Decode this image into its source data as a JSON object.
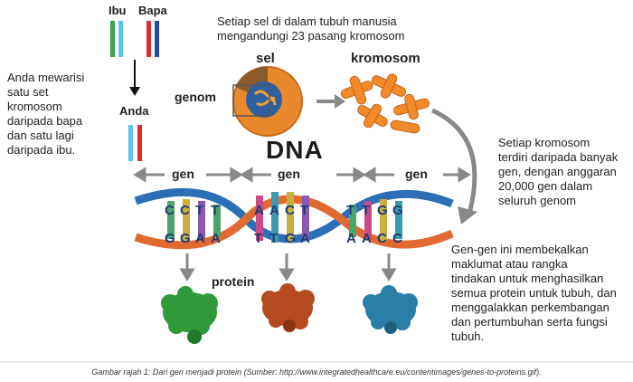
{
  "parents": {
    "mother": "Ibu",
    "father": "Bapa",
    "child": "Anda"
  },
  "inherit_note": [
    "Anda mewarisi",
    "satu set",
    "kromosom",
    "daripada bapa",
    "dan satu lagi",
    "daripada ibu."
  ],
  "cell_note": [
    "Setiap sel di dalam tubuh manusia",
    "mengandungi 23 pasang kromosom"
  ],
  "labels": {
    "cell": "sel",
    "chromosome": "kromosom",
    "genome": "genom",
    "dna": "DNA",
    "gene": "gen",
    "protein": "protein"
  },
  "chromosome_note": [
    "Setiap kromosom",
    "terdiri daripada banyak",
    "gen, dengan anggaran",
    "20,000 gen dalam",
    "seluruh genom"
  ],
  "gene_note": [
    "Gen-gen ini membekalkan",
    "maklumat atau rangka",
    "tindakan untuk menghasilkan",
    "semua protein untuk tubuh, dan",
    "menggalakkan perkembangan",
    "dan pertumbuhan serta fungsi",
    "tubuh."
  ],
  "bases_top": [
    "C",
    "C",
    "T",
    "T",
    "A",
    "A",
    "C",
    "T",
    "T",
    "T",
    "G",
    "G"
  ],
  "bases_bottom": [
    "G",
    "G",
    "A",
    "A",
    "T",
    "T",
    "G",
    "A",
    "A",
    "A",
    "C",
    "C"
  ],
  "colors": {
    "mother": "#3aa64a",
    "mother2": "#5bc4e8",
    "father": "#e02b2b",
    "father2": "#1f4e9c",
    "cell": "#e8892e",
    "chromosome": "#f08a2a",
    "protein1": "#2e9a3a",
    "protein2": "#b54a1e",
    "protein3": "#2a7fa8"
  },
  "caption": "Gambar rajah 1: Dari gen menjadi protein (Sumber:  http://www.integratedhealthcare.eu/contentimages/genes-to-proteins.gif)."
}
